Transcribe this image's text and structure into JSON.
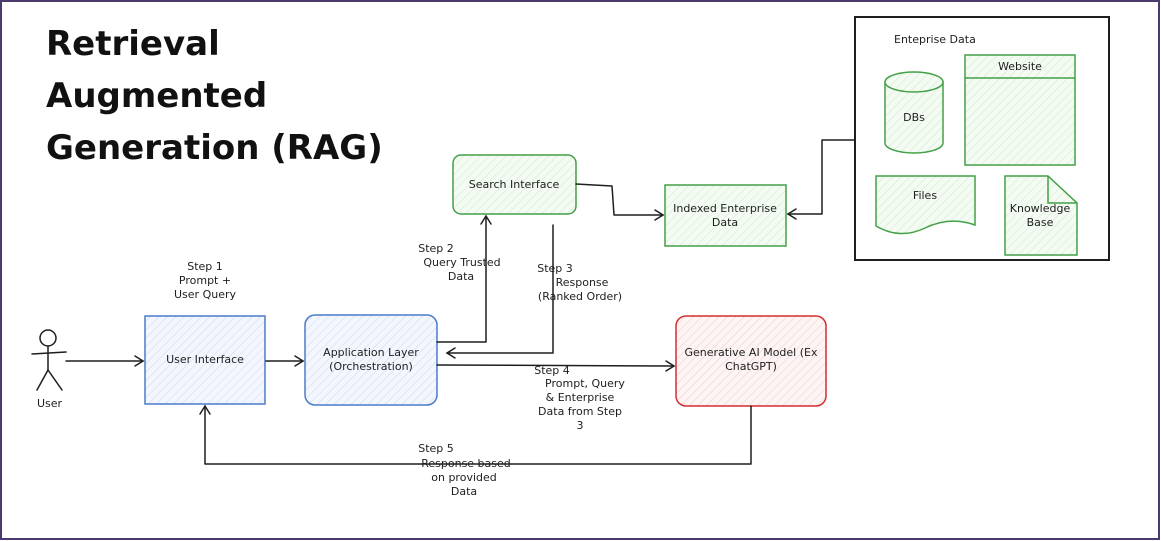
{
  "title": {
    "line1": "Retrieval",
    "line2": "Augmented",
    "line3": "Generation (RAG)"
  },
  "actor": {
    "label": "User"
  },
  "nodes": {
    "user_interface": "User Interface",
    "application_layer": {
      "line1": "Application Layer",
      "line2": "(Orchestration)"
    },
    "search_interface": "Search Interface",
    "indexed_data": {
      "line1": "Indexed Enterprise",
      "line2": "Data"
    },
    "gen_ai": {
      "line1": "Generative AI Model (Ex",
      "line2": "ChatGPT)"
    }
  },
  "enterprise": {
    "title": "Enteprise Data",
    "website": "Website",
    "dbs": "DBs",
    "files": "Files",
    "knowledge": {
      "line1": "Knowledge",
      "line2": "Base"
    }
  },
  "steps": {
    "step1": {
      "line1": "Step 1",
      "line2": "Prompt +",
      "line3": "User Query"
    },
    "step2": {
      "line1": "Step 2",
      "line2": "Query Trusted",
      "line3": "Data"
    },
    "step3": {
      "line1": "Step 3",
      "line2": "Response",
      "line3": "(Ranked Order)"
    },
    "step4": {
      "line1": "Step 4",
      "line2": "Prompt, Query",
      "line3": "& Enterprise",
      "line4": "Data from Step",
      "line5": "3"
    },
    "step5": {
      "line1": "Step 5",
      "line2": "Response based",
      "line3": "on provided",
      "line4": "Data"
    }
  },
  "colors": {
    "frame": "#4b3a6b",
    "blue": "#4a7bc8",
    "green": "#43a047",
    "red": "#d32f2f",
    "ink": "#1e1e1e"
  }
}
